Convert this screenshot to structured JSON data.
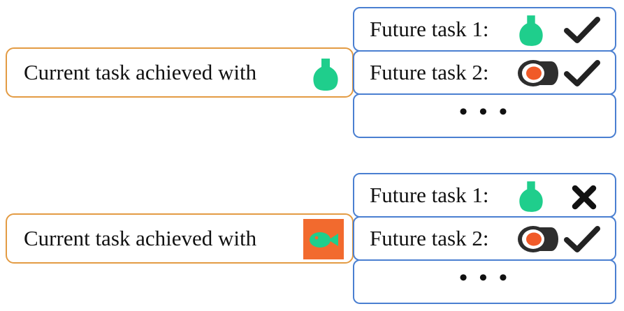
{
  "colors": {
    "current_border": "#e39b43",
    "future_border": "#4a7fd1",
    "flask": "#1fce8c",
    "fish_bg": "#f26a2e",
    "fish": "#1fce8c",
    "sushi_dark": "#2e2e2e",
    "sushi_roe": "#f05a28",
    "check": "#222222"
  },
  "scenarios": [
    {
      "current": {
        "label": "Current task achieved with",
        "icon": "green-flask-icon"
      },
      "future": [
        {
          "label": "Future task 1:",
          "icon": "green-flask-icon",
          "result": "check-icon"
        },
        {
          "label": "Future task 2:",
          "icon": "sushi-roll-icon",
          "result": "check-icon"
        },
        {
          "label": "• • •"
        }
      ]
    },
    {
      "current": {
        "label": "Current task achieved with",
        "icon": "orange-fish-icon"
      },
      "future": [
        {
          "label": "Future task 1:",
          "icon": "green-flask-icon",
          "result": "cross-icon"
        },
        {
          "label": "Future task 2:",
          "icon": "sushi-roll-icon",
          "result": "check-icon"
        },
        {
          "label": "• • •"
        }
      ]
    }
  ]
}
